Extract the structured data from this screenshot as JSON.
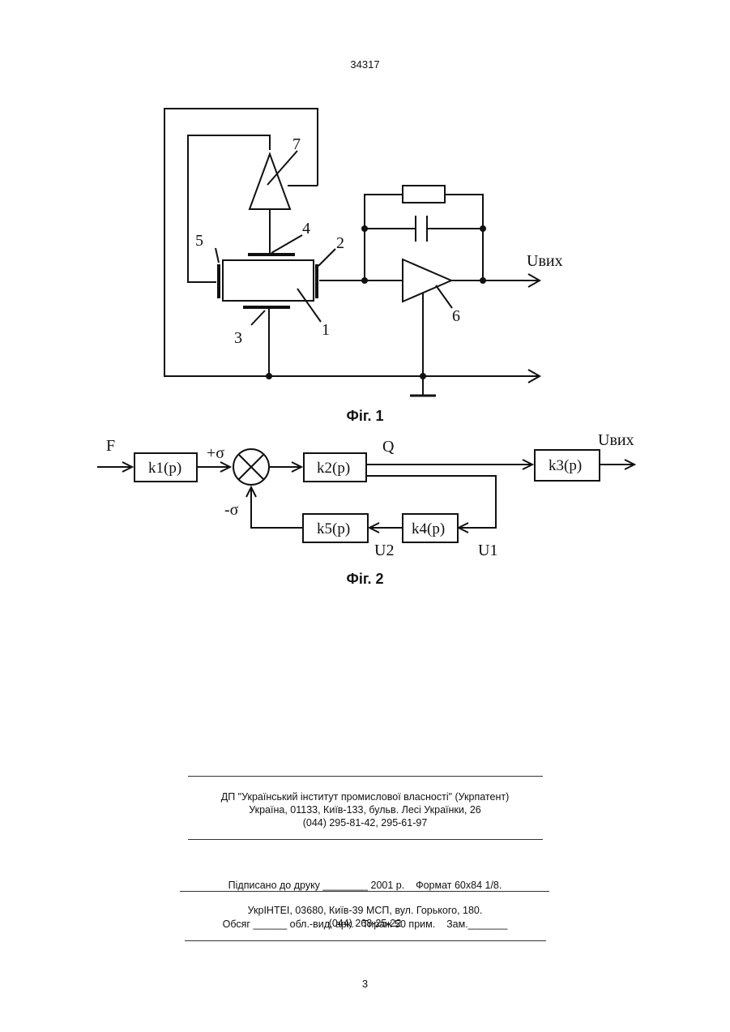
{
  "header": {
    "patent_number": "34317"
  },
  "fig1": {
    "caption": "Фіг. 1",
    "labels": {
      "n1": "1",
      "n2": "2",
      "n3": "3",
      "n4": "4",
      "n5": "5",
      "n6": "6",
      "n7": "7",
      "uout": "Uвих"
    }
  },
  "fig2": {
    "caption": "Фіг. 2",
    "input": "F",
    "plus_sigma": "+σ",
    "minus_sigma": "-σ",
    "q": "Q",
    "u1": "U1",
    "u2": "U2",
    "uout": "Uвих",
    "blocks": {
      "k1": "k1(p)",
      "k2": "k2(p)",
      "k3": "k3(p)",
      "k4": "k4(p)",
      "k5": "k5(p)"
    }
  },
  "imprint": {
    "org_line1": "ДП \"Український інститут промислової власності\" (Укрпатент)",
    "org_line2": "Україна, 01133, Київ-133, бульв. Лесі Українки, 26",
    "org_line3": "(044) 295-81-42, 295-61-97",
    "print_line1": "Підписано до друку ________ 2001 р.    Формат 60x84 1/8.",
    "print_line2": "Обсяг ______ обл.-вид. арк.   Тираж 50 прим.    Зам._______",
    "printer_line1": "УкрІНТЕІ, 03680, Київ-39 МСП, вул. Горького, 180.",
    "printer_line2": "(044) 268-25-22"
  },
  "footer": {
    "page_number": "3"
  }
}
